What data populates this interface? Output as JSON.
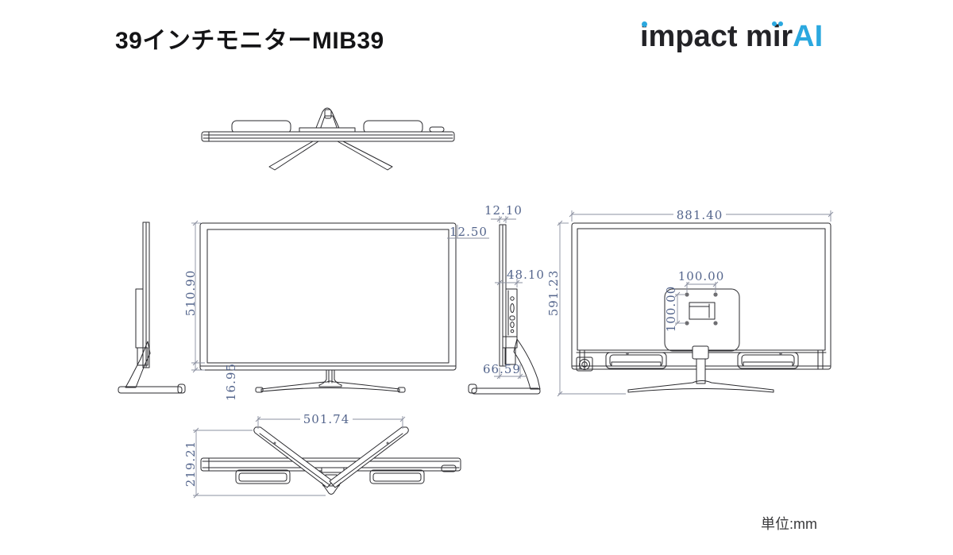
{
  "header": {
    "title": "39インチモニターMIB39"
  },
  "logo": {
    "text_main": "impact mir",
    "text_accent": "AI",
    "accent_color": "#2BA8DF"
  },
  "footer": {
    "unit_label": "単位:mm"
  },
  "drawing": {
    "dimensions": {
      "front_height": "510.90",
      "front_bottom_bezel": "16.95",
      "front_top_edge": "12.50",
      "panel_thickness": "12.10",
      "depth_without_stand": "48.10",
      "depth_bottom": "66.59",
      "overall_width": "881.40",
      "overall_height": "591.23",
      "vesa_width": "100.00",
      "vesa_height": "100.00",
      "stand_width": "501.74",
      "stand_depth": "219.21"
    }
  }
}
